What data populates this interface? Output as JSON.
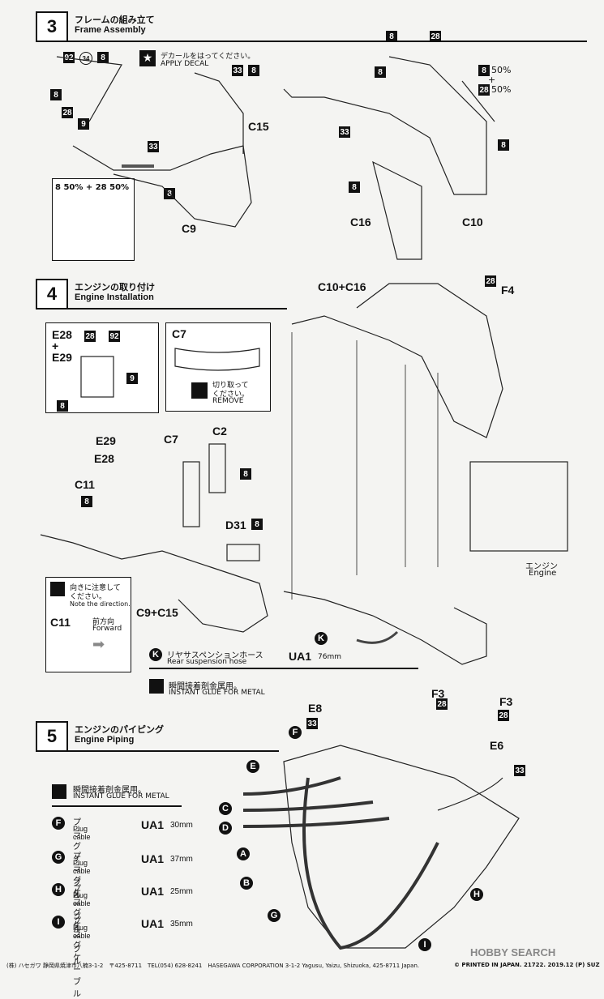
{
  "step3": {
    "number": "3",
    "title_jp": "フレームの組み立て",
    "title_en": "Frame Assembly",
    "decal_jp": "デカールをはってください。",
    "decal_en": "APPLY DECAL",
    "parts": [
      "C15",
      "C9",
      "C16",
      "C10"
    ],
    "color_note_left": "8 50% + 28 50%",
    "color_note_right_a": "50%",
    "color_note_right_plus": "+",
    "color_note_right_b": "50%",
    "badges": [
      "92",
      "34",
      "8",
      "8",
      "28",
      "9",
      "33",
      "8",
      "33",
      "8",
      "8",
      "8",
      "28",
      "8",
      "28",
      "33",
      "8",
      "8"
    ]
  },
  "step4": {
    "number": "4",
    "title_jp": "エンジンの取り付け",
    "title_en": "Engine Installation",
    "inset_label": "E28\n+\nE29",
    "parts_inset": [
      "28",
      "92",
      "9",
      "8"
    ],
    "c7_label": "C7",
    "remove_jp": "切り取って",
    "remove_jp2": "ください。",
    "remove_en": "REMOVE",
    "parts": [
      "C10+C16",
      "F4",
      "E29",
      "E28",
      "C7",
      "C2",
      "C11",
      "D31",
      "C9+C15",
      "F3",
      "F3"
    ],
    "direction_jp": "向きに注意して",
    "direction_jp2": "ください。",
    "direction_en": "Note the direction.",
    "forward_jp": "前方向",
    "forward_en": "Forward",
    "c11_label": "C11",
    "engine_jp": "エンジン",
    "engine_en": "Engine",
    "hose_letter": "K",
    "hose_jp": "リヤサスペンションホース",
    "hose_en": "Rear suspension hose",
    "hose_code": "UA1",
    "hose_len": "76mm",
    "glue_jp": "瞬間接着剤金属用。",
    "glue_en": "INSTANT GLUE FOR METAL",
    "badges": [
      "28",
      "8",
      "8",
      "8",
      "28",
      "28"
    ]
  },
  "step5": {
    "number": "5",
    "title_jp": "エンジンのパイピング",
    "title_en": "Engine Piping",
    "glue_jp": "瞬間接着剤金属用。",
    "glue_en": "INSTANT GLUE FOR METAL",
    "cables": [
      {
        "letter": "F",
        "jp": "プラグケーブル",
        "en": "Plug cable",
        "code": "UA1",
        "len": "30mm"
      },
      {
        "letter": "G",
        "jp": "プラグケーブル",
        "en": "Plug cable",
        "code": "UA1",
        "len": "37mm"
      },
      {
        "letter": "H",
        "jp": "プラグケーブル",
        "en": "Plug cable",
        "code": "UA1",
        "len": "25mm"
      },
      {
        "letter": "I",
        "jp": "プラグケーブル",
        "en": "Plug cable",
        "code": "UA1",
        "len": "35mm"
      }
    ],
    "parts": [
      "E8",
      "E6"
    ],
    "badges": [
      "33",
      "33"
    ],
    "pointer_letters": [
      "F",
      "E",
      "C",
      "D",
      "A",
      "B",
      "G",
      "H",
      "I"
    ]
  },
  "footer": {
    "text": "(株) ハセガワ 静岡県焼津市八楠3-1-2　〒425-8711　TEL(054) 628-8241　HASEGAWA CORPORATION 3-1-2 Yagusu, Yaizu, Shizuoka, 425-8711 Japan.",
    "right": "© PRINTED IN JAPAN. 21722. 2019.12 (P) SUZ",
    "watermark": "HOBBY SEARCH"
  },
  "colors": {
    "ink": "#111111",
    "paper": "#f4f4f2"
  }
}
